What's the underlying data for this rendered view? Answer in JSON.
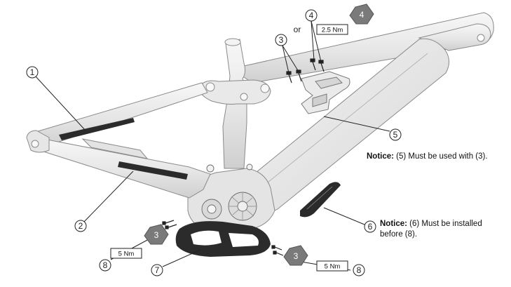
{
  "callouts": {
    "c1": "1",
    "c2": "2",
    "c3_top": "3",
    "c4_top": "4",
    "c5": "5",
    "c6": "6",
    "c7": "7",
    "c8_left": "8",
    "c8_right": "8"
  },
  "hex_badges": {
    "top": "4",
    "left": "3",
    "right": "3"
  },
  "or_label": "or",
  "torques": {
    "top": "2.5 Nm",
    "left": "5 Nm",
    "right": "5 Nm"
  },
  "notices": {
    "note1_head": "Notice:",
    "note1_body": " (5) Must be used with (3).",
    "note2_head": "Notice:",
    "note2_body_line1": " (6) Must be installed",
    "note2_body_line2": "before (8)."
  },
  "colors": {
    "frame_fill": "#ececec",
    "frame_stroke": "#8a8a8a",
    "guard_dark": "#2b2b2b",
    "hex_badge": "#7a7a7a",
    "line": "#222222"
  }
}
